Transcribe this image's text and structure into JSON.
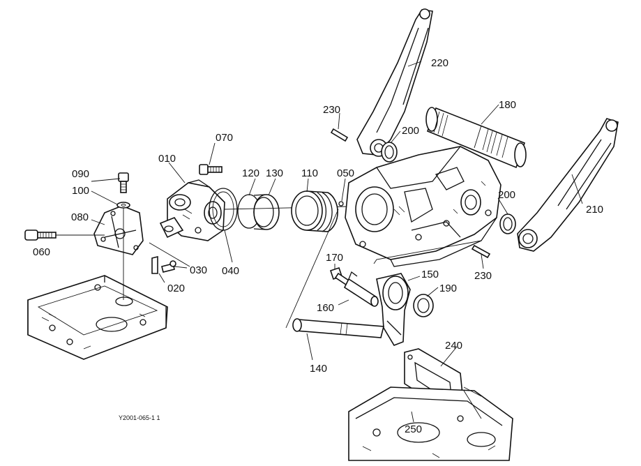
{
  "diagram": {
    "reference_code": "Y2001-065-1 1",
    "callouts": {
      "p010": "010",
      "p020": "020",
      "p030": "030",
      "p040": "040",
      "p050": "050",
      "p060": "060",
      "p070": "070",
      "p080": "080",
      "p090": "090",
      "p100": "100",
      "p110": "110",
      "p120": "120",
      "p130": "130",
      "p140": "140",
      "p150": "150",
      "p160": "160",
      "p170": "170",
      "p180": "180",
      "p190": "190",
      "p200a": "200",
      "p200b": "200",
      "p210": "210",
      "p220": "220",
      "p230a": "230",
      "p230b": "230",
      "p240": "240",
      "p250": "250"
    }
  }
}
